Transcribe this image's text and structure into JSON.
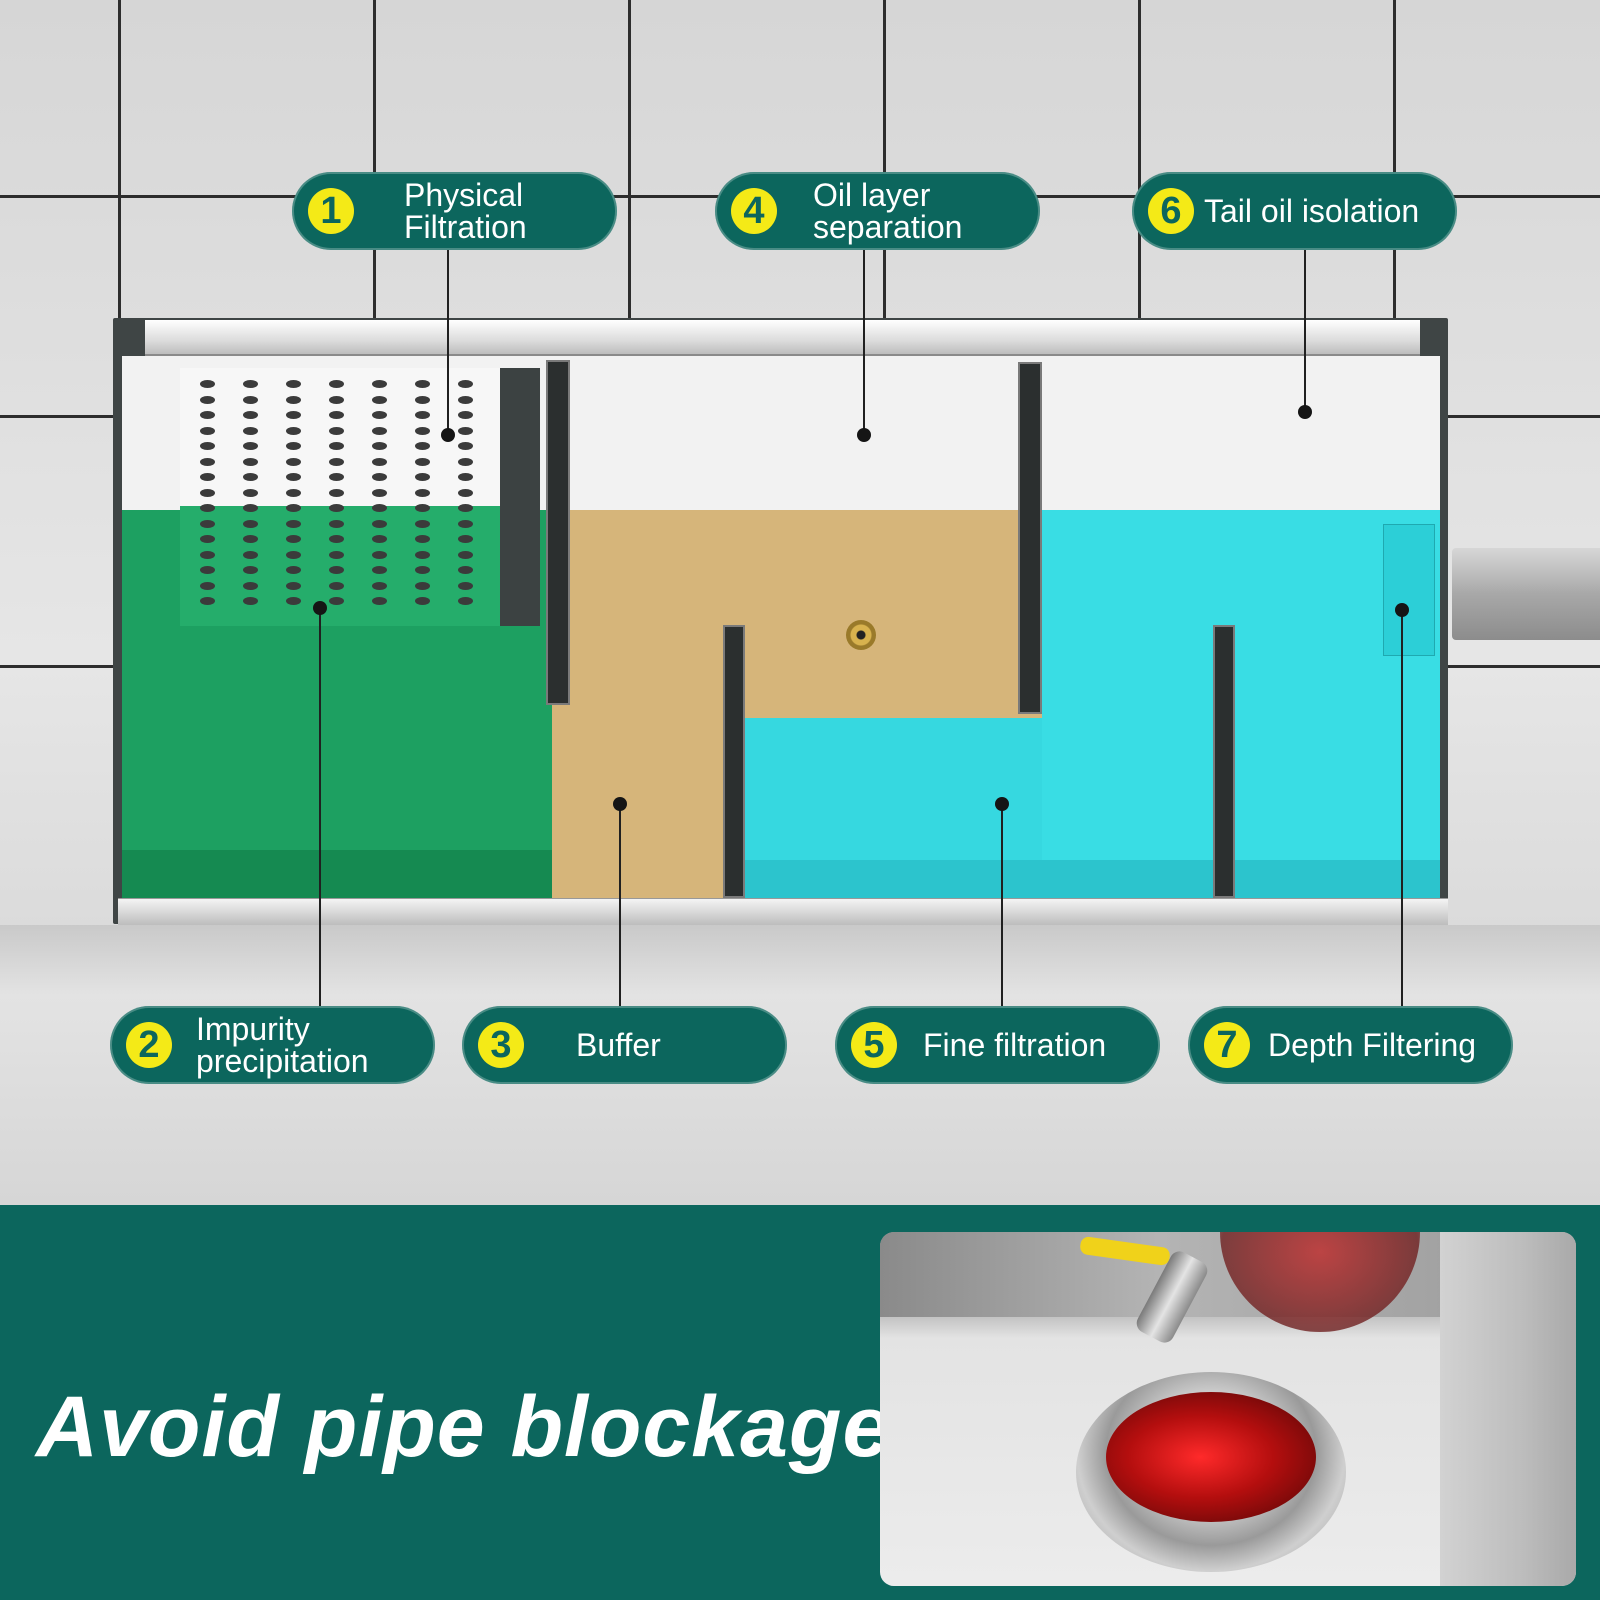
{
  "stages": [
    {
      "num": "1",
      "line1": "Physical",
      "line2": "Filtration"
    },
    {
      "num": "2",
      "line1": "Impurity",
      "line2": "precipitation"
    },
    {
      "num": "3",
      "line1": "Buffer",
      "line2": ""
    },
    {
      "num": "4",
      "line1": "Oil layer",
      "line2": "separation"
    },
    {
      "num": "5",
      "line1": "Fine filtration",
      "line2": ""
    },
    {
      "num": "6",
      "line1": "Tail oil isolation",
      "line2": ""
    },
    {
      "num": "7",
      "line1": "Depth Filtering",
      "line2": ""
    }
  ],
  "slogan": "Avoid pipe blockage",
  "colors": {
    "label_bg": "#0c665d",
    "badge": "#f4ea17",
    "green_zone": "#1da061",
    "oil_zone": "#d6b57a",
    "water_zone": "#39dde4",
    "band_bg": "#0c665d"
  }
}
